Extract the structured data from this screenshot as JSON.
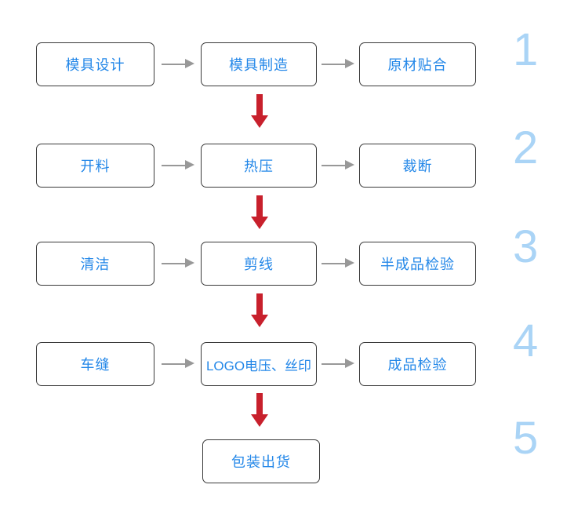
{
  "diagram": {
    "type": "flowchart",
    "description": "production-process-flow",
    "rows": [
      {
        "number": "1",
        "steps": [
          "模具设计",
          "模具制造",
          "原材贴合"
        ]
      },
      {
        "number": "2",
        "steps": [
          "开料",
          "热压",
          "裁断"
        ]
      },
      {
        "number": "3",
        "steps": [
          "清洁",
          "剪线",
          "半成品检验"
        ]
      },
      {
        "number": "4",
        "steps": [
          "车缝",
          "LOGO电压、丝印",
          "成品检验"
        ]
      },
      {
        "number": "5",
        "steps": [
          "包装出货"
        ]
      }
    ],
    "colors": {
      "background": "#ffffff",
      "step_text": "#2387e8",
      "box_border": "#3a3a3a",
      "arrow_gray": "#989898",
      "arrow_red": "#c8202c",
      "step_number": "#aad4f6"
    }
  }
}
